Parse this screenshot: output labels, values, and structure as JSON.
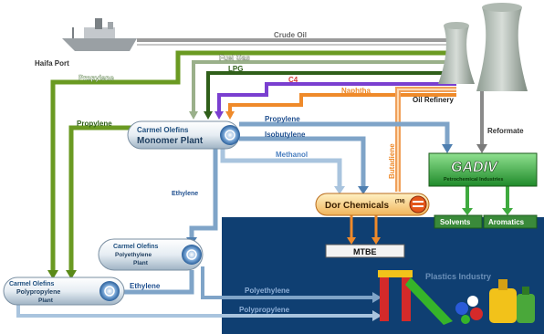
{
  "sources": {
    "port_label": "Haifa Port",
    "refinery_label": "Oil Refinery"
  },
  "streams": {
    "crude_oil": "Crude Oil",
    "fuel_gas": "Fuel Gas",
    "lpg": "LPG",
    "c4": "C4",
    "naphtha": "Naphtha",
    "propylene_top": "Propylene",
    "propylene_mid": "Propylene",
    "propylene_right": "Propylene",
    "isobutylene": "Isobutylene",
    "methanol": "Methanol",
    "ethylene_vert": "Ethylene",
    "ethylene_horiz": "Ethylene",
    "butadiene": "Butadiene",
    "reformate": "Reformate",
    "polyethylene": "Polyethylene",
    "polypropylene": "Polypropylene"
  },
  "plants": {
    "monomer_line1": "Carmel Olefins",
    "monomer_line2": "Monomer Plant",
    "polyethylene_line1": "Carmel Olefins",
    "polyethylene_line2": "Polyethylene",
    "polyethylene_line3": "Plant",
    "polypropylene_line1": "Carmel Olefins",
    "polypropylene_line2": "Polypropylene",
    "polypropylene_line3": "Plant",
    "dor": "Dor Chemicals",
    "dor_mark": "(TM)",
    "mtbe": "MTBE",
    "gadiv_logo": "GADIV",
    "gadiv_sub": "Petrochemical Industries",
    "solvents": "Solvents",
    "aromatics": "Aromatics",
    "plastics": "Plastics Industry"
  },
  "colors": {
    "crude": "#9a9a9a",
    "fuel_gas": "#9ab08a",
    "lpg": "#2f5f1a",
    "c4": "#7a3fd0",
    "naphtha": "#ef8a2a",
    "propylene": "#6a9a22",
    "monomer_out": "#7fa4c8",
    "gadiv_green": "#3faa3f",
    "plastics_bg": "#12457a"
  }
}
